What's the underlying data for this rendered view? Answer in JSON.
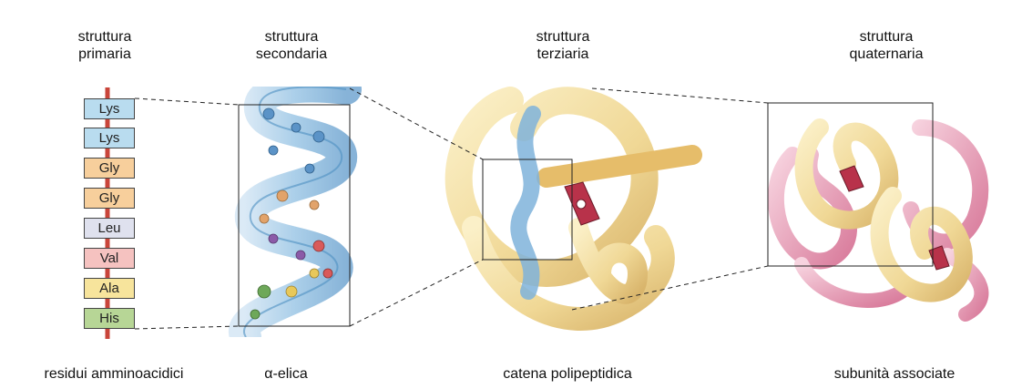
{
  "levels": [
    {
      "line1": "struttura",
      "line2": "primaria",
      "caption": "residui amminoacidici"
    },
    {
      "line1": "struttura",
      "line2": "secondaria",
      "caption": "α-elica"
    },
    {
      "line1": "struttura",
      "line2": "terziaria",
      "caption": "catena polipeptidica"
    },
    {
      "line1": "struttura",
      "line2": "quaternaria",
      "caption": "subunità associate"
    }
  ],
  "residues": [
    {
      "name": "Lys",
      "color": "#b9dcef"
    },
    {
      "name": "Lys",
      "color": "#b9dcef"
    },
    {
      "name": "Gly",
      "color": "#f7cf9c"
    },
    {
      "name": "Gly",
      "color": "#f7cf9c"
    },
    {
      "name": "Leu",
      "color": "#dfe1ee"
    },
    {
      "name": "Val",
      "color": "#f5c2c0"
    },
    {
      "name": "Ala",
      "color": "#f7e49c"
    },
    {
      "name": "His",
      "color": "#b7d696"
    }
  ],
  "colors": {
    "backbone": "#c9453a",
    "helix": "#8fbfe2",
    "helix_dark": "#4d8fc2",
    "chain": "#f0d896",
    "chain_dark": "#c9a45c",
    "subunit_pink": "#e39ab3",
    "heme": "#b8324a"
  }
}
